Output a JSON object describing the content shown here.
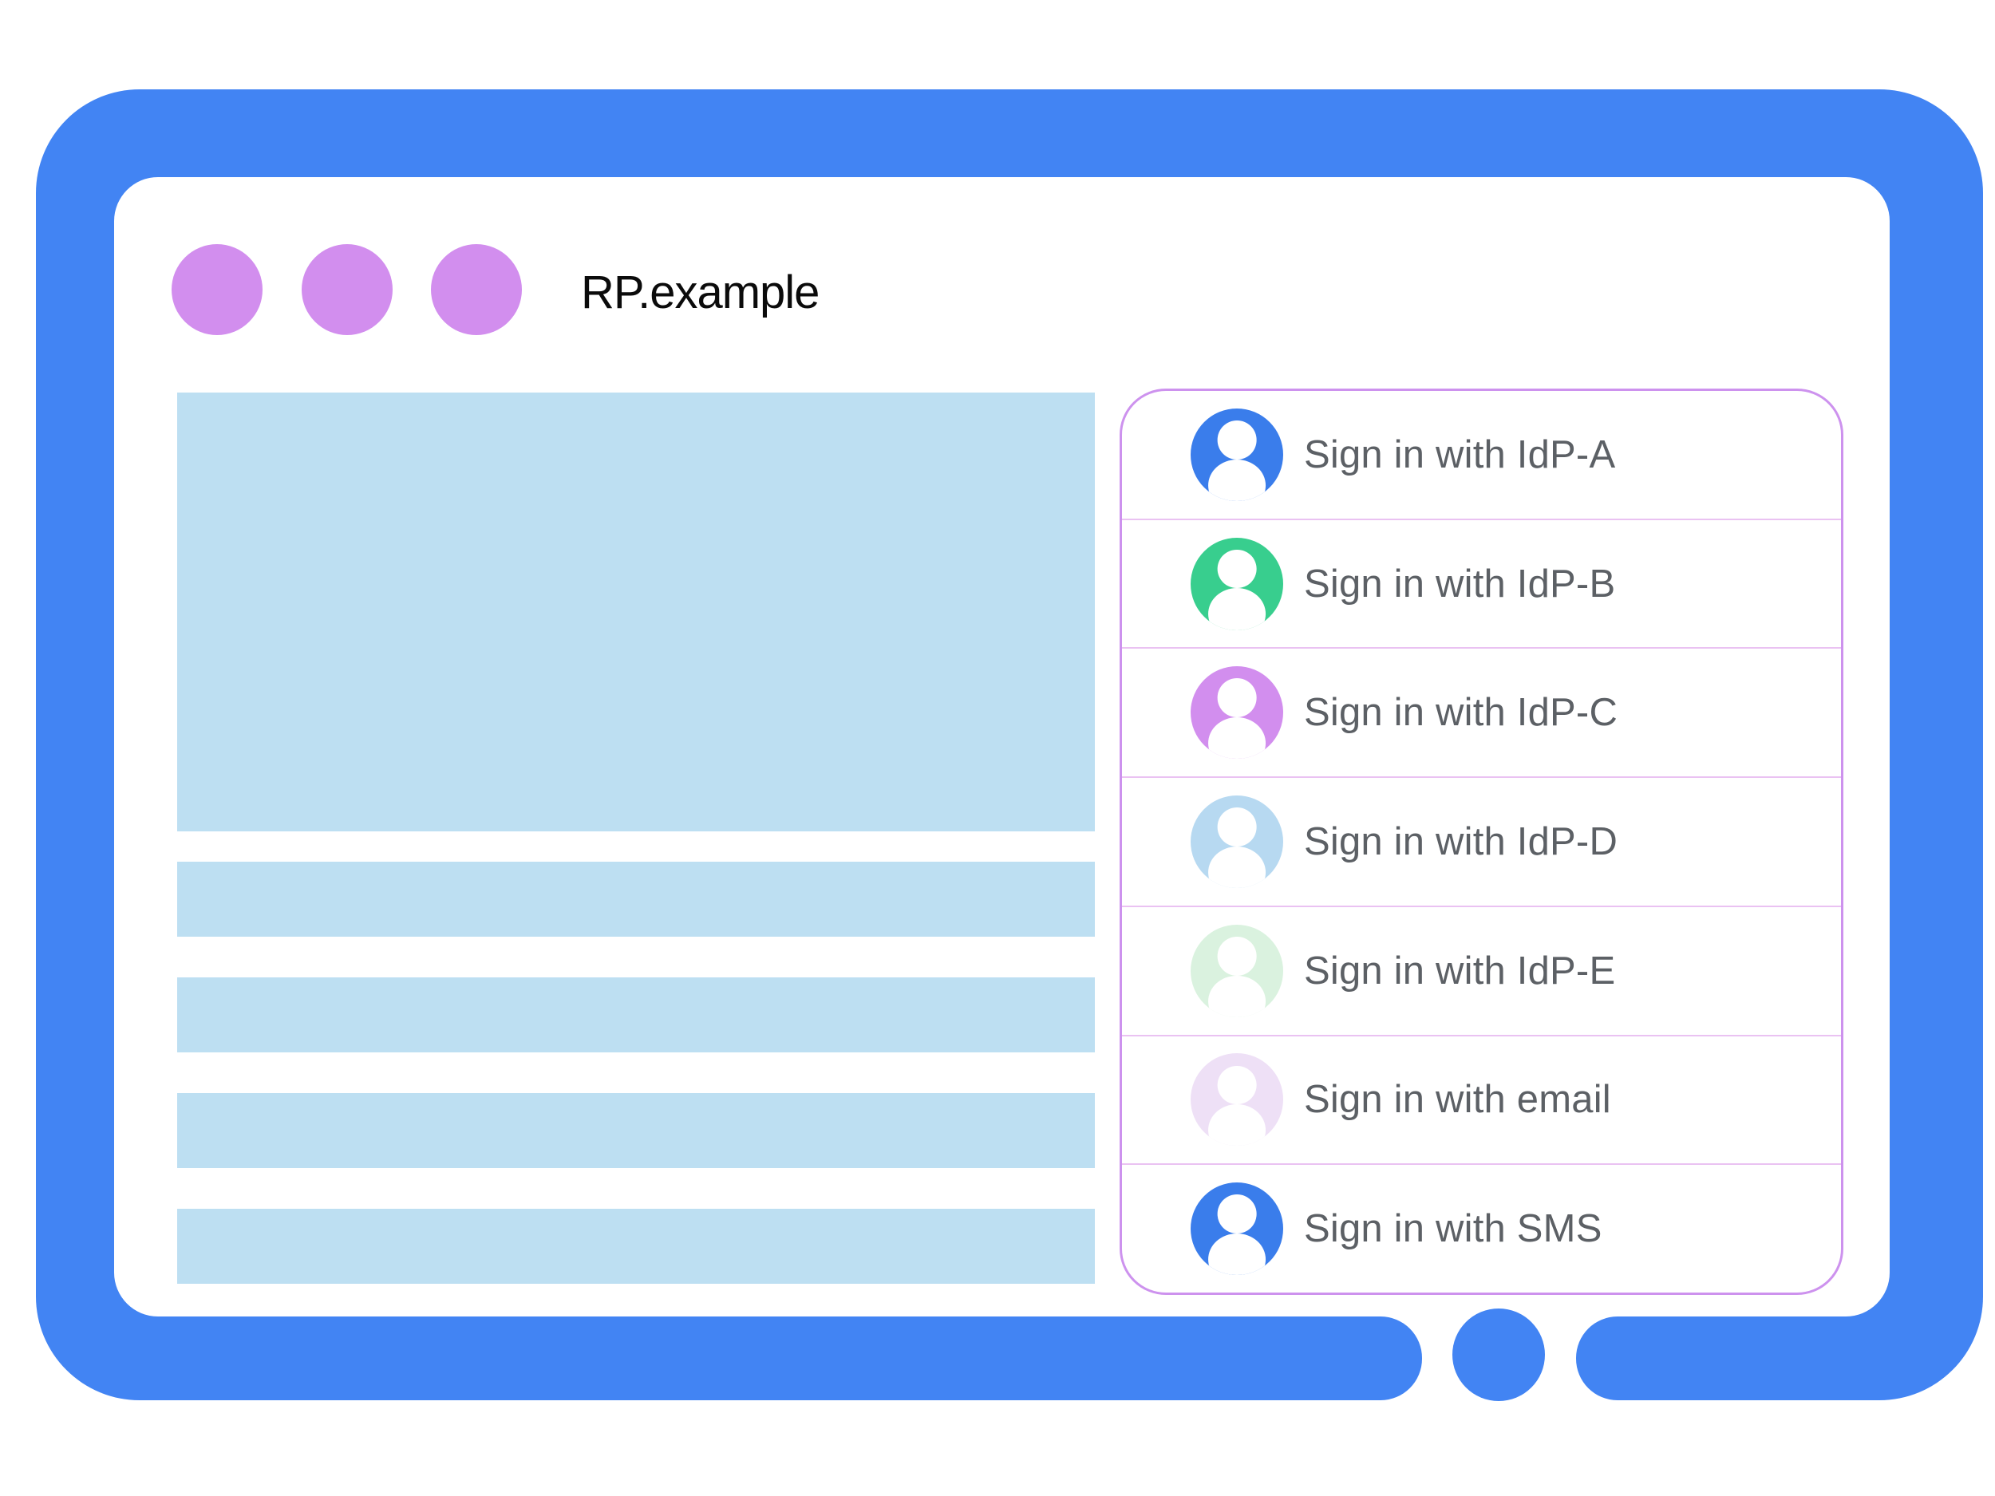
{
  "browser": {
    "page_title": "RP.example"
  },
  "signin_dialog": {
    "avatar_icon": "person-icon",
    "providers": [
      {
        "id": "idp-a",
        "label": "Sign in with IdP-A",
        "avatar_color": "#3A7DEB"
      },
      {
        "id": "idp-b",
        "label": "Sign in with IdP-B",
        "avatar_color": "#38CE8E"
      },
      {
        "id": "idp-c",
        "label": "Sign in with IdP-C",
        "avatar_color": "#D28EEE"
      },
      {
        "id": "idp-d",
        "label": "Sign in with IdP-D",
        "avatar_color": "#B7D9F1"
      },
      {
        "id": "idp-e",
        "label": "Sign in with IdP-E",
        "avatar_color": "#DAF2DF"
      },
      {
        "id": "email",
        "label": "Sign in with email",
        "avatar_color": "#EEE0F6"
      },
      {
        "id": "sms",
        "label": "Sign in with SMS",
        "avatar_color": "#3A7DEB"
      }
    ]
  },
  "palette": {
    "frame_blue": "#4284F3",
    "window_dot_purple": "#D28EEE",
    "content_placeholder_blue": "#BDDFF2",
    "dialog_border_purple": "#CD92EE",
    "dialog_divider_pink": "#EAC2F2",
    "label_gray": "#5C6065",
    "title_black": "#0B0B0B"
  }
}
